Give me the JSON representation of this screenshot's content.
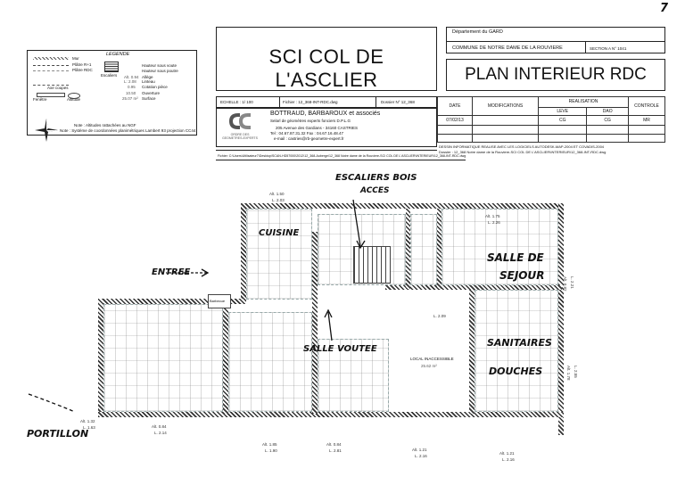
{
  "page_number_mark": "7",
  "legend": {
    "title": "LEGENDE",
    "items": [
      "Mur",
      "Plâtre R+1",
      "Plâtre RDC",
      "Escaliers",
      "Axe coupes",
      "Fenêtre",
      "Altitude",
      "Hauteur sous voute",
      "Hauteur sous poutre",
      "Allège",
      "Linteau",
      "Cotation pièce",
      "Ouverture",
      "Surface"
    ],
    "sample_values": [
      "Alt. 0.94",
      "L: 2.08",
      "0.95",
      "10.50",
      "25.07 m²"
    ],
    "note1": "Note : Altitudes rattachées au NGF",
    "note2": "Note : Système de coordonnées planimétriques Lambert 93 projection CC44"
  },
  "title_main": "SCI COL DE L'ASCLIER",
  "department": "Département du GARD",
  "commune": "COMMUNE DE NOTRE DAME DE LA ROUVIERE",
  "section": "SECTION A N° 1041",
  "plan_title": "PLAN INTERIEUR RDC",
  "echelle": "ECHELLE : 1/ 100",
  "fichier": "Fichier : 12_368-INT-RDC.dwg",
  "dossier": "Dossier N° 12_368",
  "company": {
    "name": "BOTTRAUD, BARBAROUX et associés",
    "subtitle": "Selarl de géomètres experts fonciers D.P.L.G",
    "address": "205 Avenue des Gardians - 34160 CASTRIES",
    "tel": "Tel : 04.67.87.31.32  Fax : 04.67.16.48.47",
    "email": "e-mail : castries@rb-geometre-expert.fr",
    "logo_caption": "ORDRE DES GEOMETRES-EXPERTS"
  },
  "modifications": {
    "headers": [
      "DATE",
      "MODIFICATIONS",
      "REALISATION",
      "CONTROLE"
    ],
    "subheaders": [
      "LEVE",
      "DAO"
    ],
    "row": [
      "07/02/13",
      "",
      "CG",
      "CG",
      "MR"
    ]
  },
  "dessin_info": "DESSIN INFORMATIQUE REALISE AVEC LES LOGICIELS AUTODESK-MAP-2004 ET COVADIS-2004",
  "dossier_path": "Dossier : 12_368 Notre dame de la Rouviere-SCI COL DE L'ASCLIER\\INTERIEUR\\12_368-INT-RDC.dwg",
  "file_path": "Fichier: C:\\Users\\Utilisateur7\\Desktop\\SCAN-HD57000\\2012\\12_368-Auberge\\12_368 Notre dame de la Rouviere-SCI COL DE L'ASCLIER\\INTERIEUR\\12_368-INT-RDC.dwg",
  "plan": {
    "handwritten": {
      "escaliers": "ESCALIERS BOIS",
      "acces": "ACCES",
      "cuisine": "CUISINE",
      "entree": "ENTREE",
      "salle_sejour_1": "SALLE DE",
      "salle_sejour_2": "SEJOUR",
      "salle_voutee": "SALLE VOUTEE",
      "sanitaires": "SANITAIRES",
      "douches": "DOUCHES",
      "portillon": "PORTILLON"
    },
    "printed": {
      "local": "LOCAL INACCESSIBLE",
      "local_area": "25.62 m²",
      "barbecue": "Barbecue"
    },
    "dims": [
      "Alt. 1.50",
      "L. 2.03",
      "Alt. 1.75",
      "L. 2.26",
      "Alt. 1.32",
      "L. 1.63",
      "Alt. 0.84",
      "L. 2.14",
      "Alt. 1.85",
      "L. 1.90",
      "Alt. 0.84",
      "L. 2.81",
      "Alt. 1.21",
      "L. 2.16",
      "Alt. 1.21",
      "L. 2.16",
      "Alt. 0.82",
      "L. 2.21",
      "L. 2.09",
      "Alt. 1.78",
      "L. 2.55"
    ]
  }
}
